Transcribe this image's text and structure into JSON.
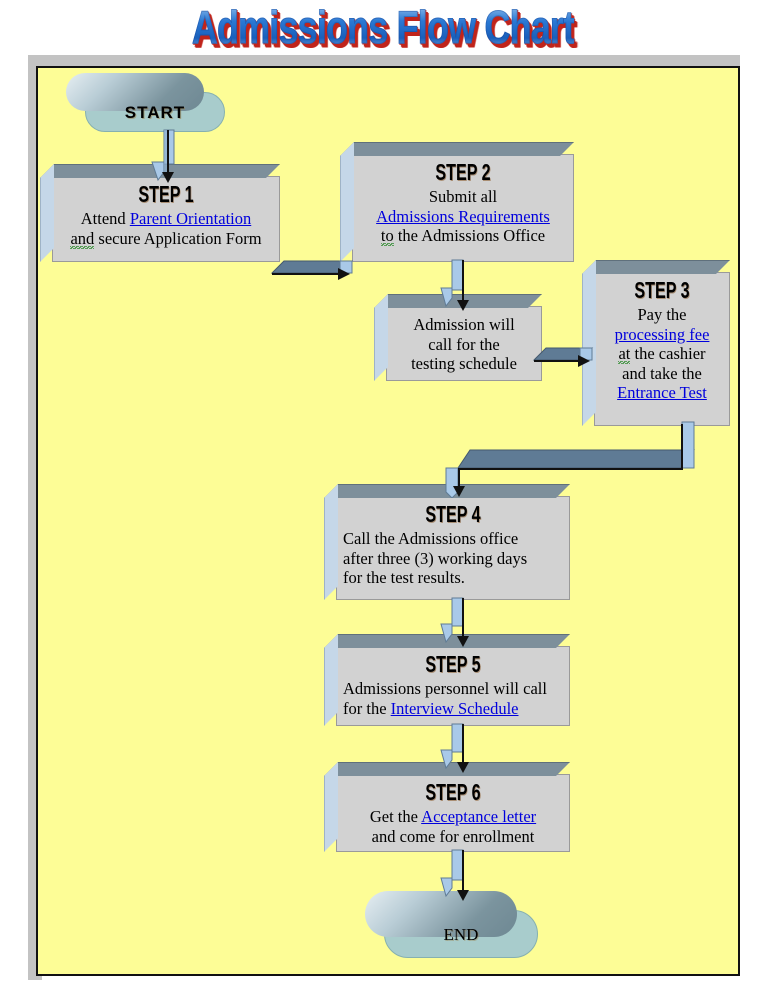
{
  "title": "Admissions Flow Chart",
  "colors": {
    "canvas_background": "#fdfd96",
    "canvas_border": "#111111",
    "box_face": "#d2d2d2",
    "box_bevel_top": "#7d8f9b",
    "box_bevel_left": "#c5d7e8",
    "terminator_face": "#a8cccc",
    "link": "#0000dd",
    "arrow_body": "#5f7b95",
    "arrow_side": "#a9c9e8",
    "title_fill": "#1f6fd0",
    "title_shadow": "#c0241b"
  },
  "nodes": {
    "start": {
      "label": "START",
      "shape": "terminator"
    },
    "step1": {
      "heading": "STEP 1",
      "line1_pre": "Attend ",
      "line1_link": "Parent Orientation",
      "line2_and": "and",
      "line2_rest": " secure Application Form"
    },
    "step2": {
      "heading": "STEP 2",
      "line1": "Submit all",
      "line2_link": "Admissions Requirements",
      "line3_to": "to",
      "line3_rest": " the Admissions Office"
    },
    "testing": {
      "line1": "Admission will",
      "line2": "call for the",
      "line3": "testing schedule"
    },
    "step3": {
      "heading": "STEP 3",
      "line1": "Pay the",
      "line2_link": "processing fee",
      "line3_at": "at",
      "line3_rest": " the cashier",
      "line4": "and take the",
      "line5_link": "Entrance Test"
    },
    "step4": {
      "heading": "STEP 4",
      "line1": "Call the Admissions office",
      "line2": "after three (3) working days",
      "line3": "for the test results."
    },
    "step5": {
      "heading": "STEP 5",
      "line1": "Admissions personnel will call",
      "line2_pre": "for the ",
      "line2_link": "Interview Schedule"
    },
    "step6": {
      "heading": "STEP 6",
      "line1_pre": "Get the ",
      "line1_link": "Acceptance letter",
      "line2": "and come for enrollment"
    },
    "end": {
      "label": "END",
      "shape": "terminator"
    }
  },
  "connectors": [
    {
      "name": "start-to-step1",
      "from": "start",
      "to": "step1",
      "direction": "down"
    },
    {
      "name": "step1-to-step2",
      "from": "step1",
      "to": "step2",
      "direction": "right"
    },
    {
      "name": "step2-to-testing",
      "from": "step2",
      "to": "testing",
      "direction": "down"
    },
    {
      "name": "testing-to-step3",
      "from": "testing",
      "to": "step3",
      "direction": "right"
    },
    {
      "name": "step3-to-step4",
      "from": "step3",
      "to": "step4",
      "direction": "elbow-down-left"
    },
    {
      "name": "step4-to-step5",
      "from": "step4",
      "to": "step5",
      "direction": "down"
    },
    {
      "name": "step5-to-step6",
      "from": "step5",
      "to": "step6",
      "direction": "down"
    },
    {
      "name": "step6-to-end",
      "from": "step6",
      "to": "end",
      "direction": "down"
    }
  ]
}
